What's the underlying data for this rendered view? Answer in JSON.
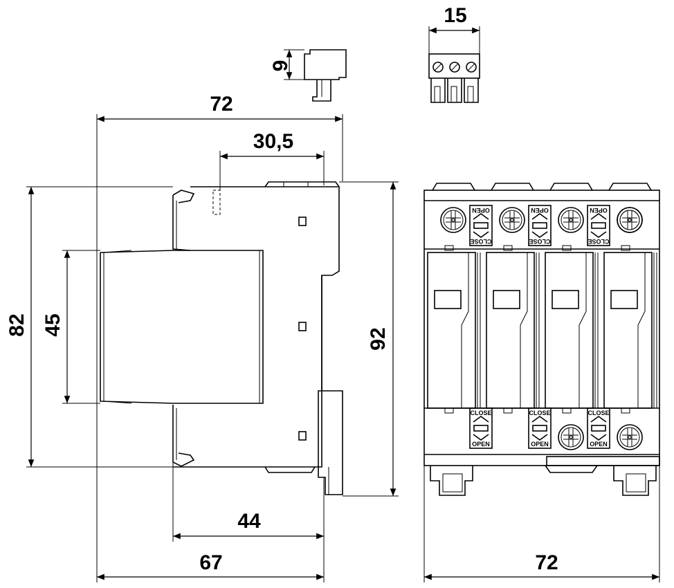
{
  "dimensions": {
    "side_width": "72",
    "terminal_offset": "30,5",
    "connector_height": "9",
    "connector_width": "15",
    "overall_height": "82",
    "front_height": "45",
    "height_with_clip": "92",
    "rail_depth": "44",
    "depth": "67",
    "front_width": "72"
  },
  "tags": {
    "open": "OPEN",
    "close": "CLOSE"
  },
  "modules": 4
}
